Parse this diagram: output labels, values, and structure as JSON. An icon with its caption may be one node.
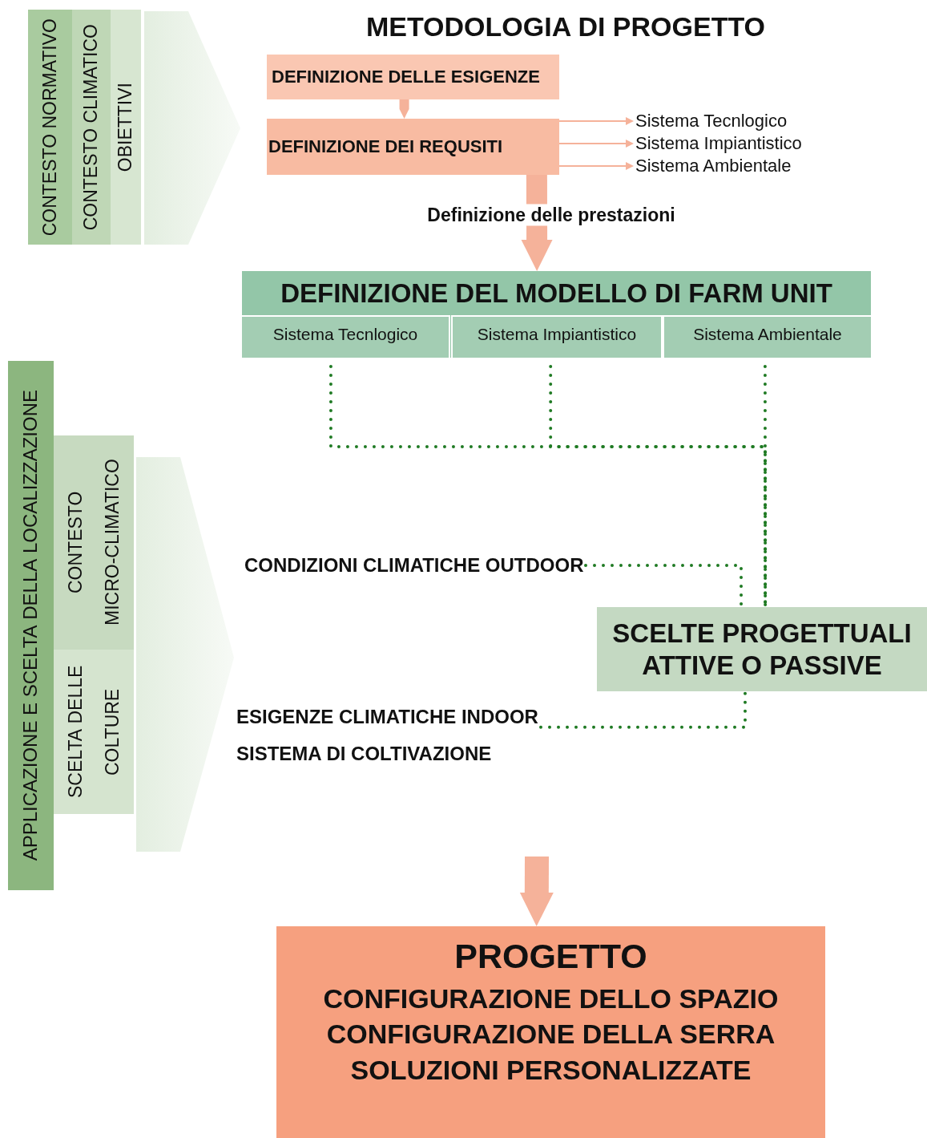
{
  "diagram": {
    "title": "METODOLOGIA DI PROGETTO",
    "nodes": [
      {
        "text": [
          "CONTESTO NORMATIVO"
        ]
      },
      {
        "text": [
          "CONTESTO CLIMATICO"
        ]
      },
      {
        "text": [
          "OBIETTIVI"
        ]
      },
      {
        "text": [
          "DEFINIZIONE DELLE ESIGENZE"
        ]
      },
      {
        "text": [
          "DEFINIZIONE DEI REQUSITI"
        ]
      },
      {
        "text": [
          "Sistema Tecnlogico"
        ]
      },
      {
        "text": [
          "Sistema Impiantistico"
        ]
      },
      {
        "text": [
          "Sistema Ambientale"
        ]
      },
      {
        "text": [
          "DEFINIZIONE DEL MODELLO DI FARM UNIT"
        ]
      },
      {
        "text": [
          "Sistema Tecnlogico"
        ],
        "in": 8
      },
      {
        "text": [
          "Sistema Impiantistico"
        ],
        "in": 8
      },
      {
        "text": [
          "Sistema Ambientale"
        ],
        "in": 8
      },
      {
        "text": [
          "APPLICAZIONE E SCELTA DELLA LOCALIZZAZIONE"
        ]
      },
      {
        "text": [
          "CONTESTO MICRO-CLIMATICO"
        ]
      },
      {
        "text": [
          "SCELTA DELLE COLTURE"
        ]
      },
      {
        "text": [
          "CONDIZIONI CLIMATICHE OUTDOOR"
        ]
      },
      {
        "text": [
          "SCELTE PROGETTUALI ATTIVE O PASSIVE"
        ]
      },
      {
        "text": [
          "ESIGENZE CLIMATICHE INDOOR"
        ]
      },
      {
        "text": [
          "PROGETTO",
          "CONFIGURAZIONE DELLO SPAZIO",
          "CONFIGURAZIONE DELLA SERRA",
          "SOLUZIONI PERSONALIZZATE"
        ]
      }
    ],
    "edges": [
      {
        "from": 3,
        "to": 4,
        "arrow": "to",
        "style": "thick"
      },
      {
        "from": 4,
        "to": 5,
        "arrow": "to"
      },
      {
        "from": 4,
        "to": 6,
        "arrow": "to"
      },
      {
        "from": 4,
        "to": 7,
        "arrow": "to"
      },
      {
        "from": 4,
        "to": 8,
        "arrow": "to",
        "style": "thick",
        "label": "Definizione delle prestazioni"
      },
      {
        "from": 9,
        "to": 16,
        "arrow": "none",
        "style": "dashed",
        "color": "#1f7a23"
      },
      {
        "from": 10,
        "to": 16,
        "arrow": "none",
        "style": "dashed",
        "color": "#1f7a23"
      },
      {
        "from": 11,
        "to": 16,
        "arrow": "none",
        "style": "dashed",
        "color": "#1f7a23"
      },
      {
        "from": 15,
        "to": 16,
        "arrow": "none",
        "style": "dashed",
        "color": "#1f7a23"
      },
      {
        "from": 17,
        "to": 16,
        "arrow": "none",
        "style": "dashed",
        "color": "#1f7a23"
      },
      {
        "from": null,
        "to": 18,
        "arrow": "to",
        "style": "thick"
      }
    ],
    "labels": [
      "SISTEMA DI COLTIVAZIONE"
    ]
  }
}
